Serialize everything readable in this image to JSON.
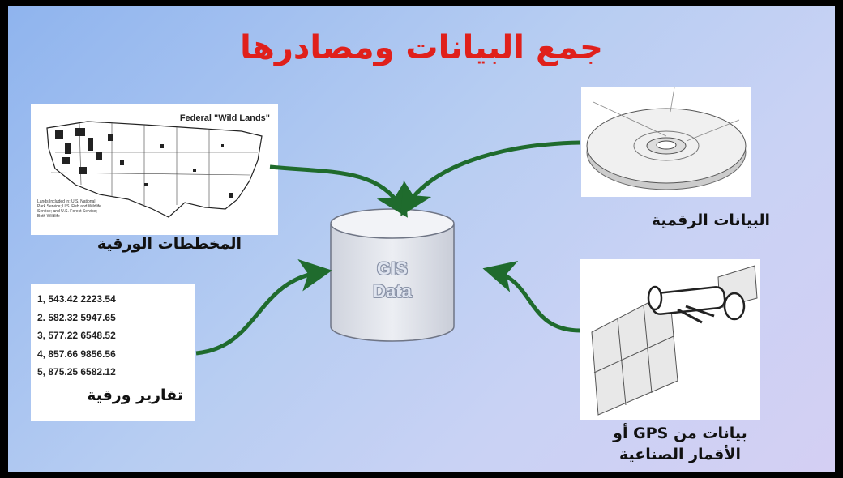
{
  "title": "جمع البيانات ومصادرها",
  "colors": {
    "title": "#e0201b",
    "arrow": "#1f6b2d",
    "cylinder": "#e3e6ee"
  },
  "center": {
    "line1": "GIS",
    "line2": "Data"
  },
  "map": {
    "inner_title": "Federal \"Wild Lands\"",
    "legend": "Lands Included in: U.S. National Park Service; U.S. Fish and Wildlife Service; and U.S. Forest Service; Both Wildlife",
    "caption": "المخططات الورقية"
  },
  "disk": {
    "caption": "البيانات الرقمية"
  },
  "report": {
    "lines": [
      "1, 543.42 2223.54",
      "2. 582.32 5947.65",
      "3, 577.22 6548.52",
      "4, 857.66 9856.56",
      "5, 875.25 6582.12"
    ],
    "caption": "تقارير ورقية"
  },
  "satellite": {
    "caption_line1": "بيانات من GPS أو",
    "caption_line2": "الأقمار الصناعية"
  }
}
